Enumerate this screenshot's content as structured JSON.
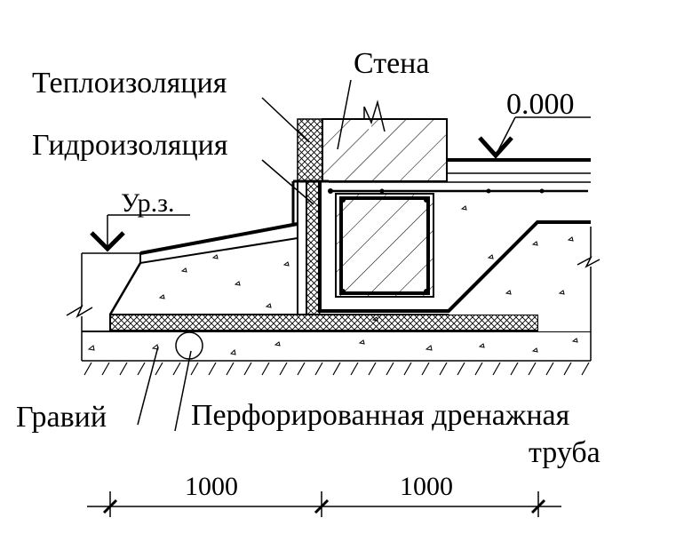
{
  "labels": {
    "wall": "Стена",
    "thermal_insulation": "Теплоизоляция",
    "waterproofing": "Гидроизоляция",
    "floor_level": "0.000",
    "ground_level": "Ур.з.",
    "gravel": "Гравий",
    "drain_pipe_line1": "Перфорированная дренажная",
    "drain_pipe_line2": "труба"
  },
  "dimensions": {
    "left": "1000",
    "right": "1000"
  }
}
